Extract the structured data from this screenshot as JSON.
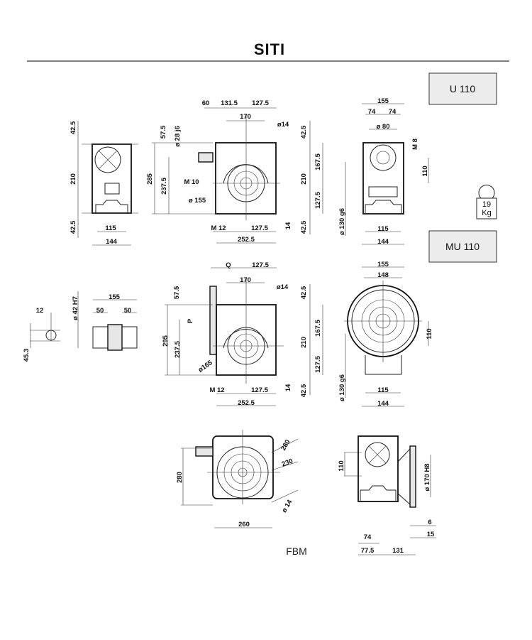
{
  "header": {
    "logo": "SITI"
  },
  "models": {
    "u110": "U 110",
    "mu110": "MU 110"
  },
  "weight": {
    "value": "19",
    "unit": "Kg"
  },
  "fbm_label": "FBM",
  "u110_side": {
    "top": "42.5",
    "height": "210",
    "bottom": "42.5",
    "width_inner": "115",
    "width_outer": "144"
  },
  "u110_front": {
    "d60": "60",
    "d131_5": "131.5",
    "d127_5_top": "127.5",
    "d170": "170",
    "hole": "ø14",
    "d57_5": "57.5",
    "shaft": "ø 28 j6",
    "d285": "285",
    "d237_5": "237.5",
    "m10": "M 10",
    "d155": "ø 155",
    "m12": "M 12",
    "d127_5_bottom": "127.5",
    "d252_5": "252.5",
    "r42_5_top": "42.5",
    "r210": "210",
    "r167_5": "167.5",
    "r127_5": "127.5",
    "r14": "14",
    "r42_5_bottom": "42.5"
  },
  "u110_end": {
    "d155": "155",
    "d74a": "74",
    "d74b": "74",
    "d80": "ø 80",
    "m8": "M 8",
    "d110": "110",
    "d130": "ø 130 g6",
    "d115": "115",
    "d144": "144"
  },
  "hollow_shaft": {
    "d12": "12",
    "d45_3": "45.3",
    "d42": "ø 42 H7",
    "d155": "155",
    "d50a": "50",
    "d50b": "50"
  },
  "mu110_front": {
    "q": "Q",
    "d127_5_top": "127.5",
    "d170": "170",
    "hole": "ø14",
    "d57_5": "57.5",
    "p": "P",
    "d295": "295",
    "d237_5": "237.5",
    "d165": "ø165",
    "m12": "M 12",
    "d127_5_bottom": "127.5",
    "d252_5": "252.5",
    "r42_5_top": "42.5",
    "r210": "210",
    "r167_5": "167.5",
    "r127_5": "127.5",
    "r14": "14",
    "r42_5_bottom": "42.5"
  },
  "mu110_end": {
    "d155": "155",
    "d148": "148",
    "d110": "110",
    "d130": "ø 130 g6",
    "d115": "115",
    "d144": "144"
  },
  "fbm_front": {
    "d280v": "280",
    "d280": "280",
    "d230": "230",
    "hole": "ø 14",
    "d260": "260"
  },
  "fbm_side": {
    "d110": "110",
    "d170": "ø 170 H8",
    "d6": "6",
    "d15": "15",
    "d74": "74",
    "d77_5": "77.5",
    "d131": "131"
  }
}
